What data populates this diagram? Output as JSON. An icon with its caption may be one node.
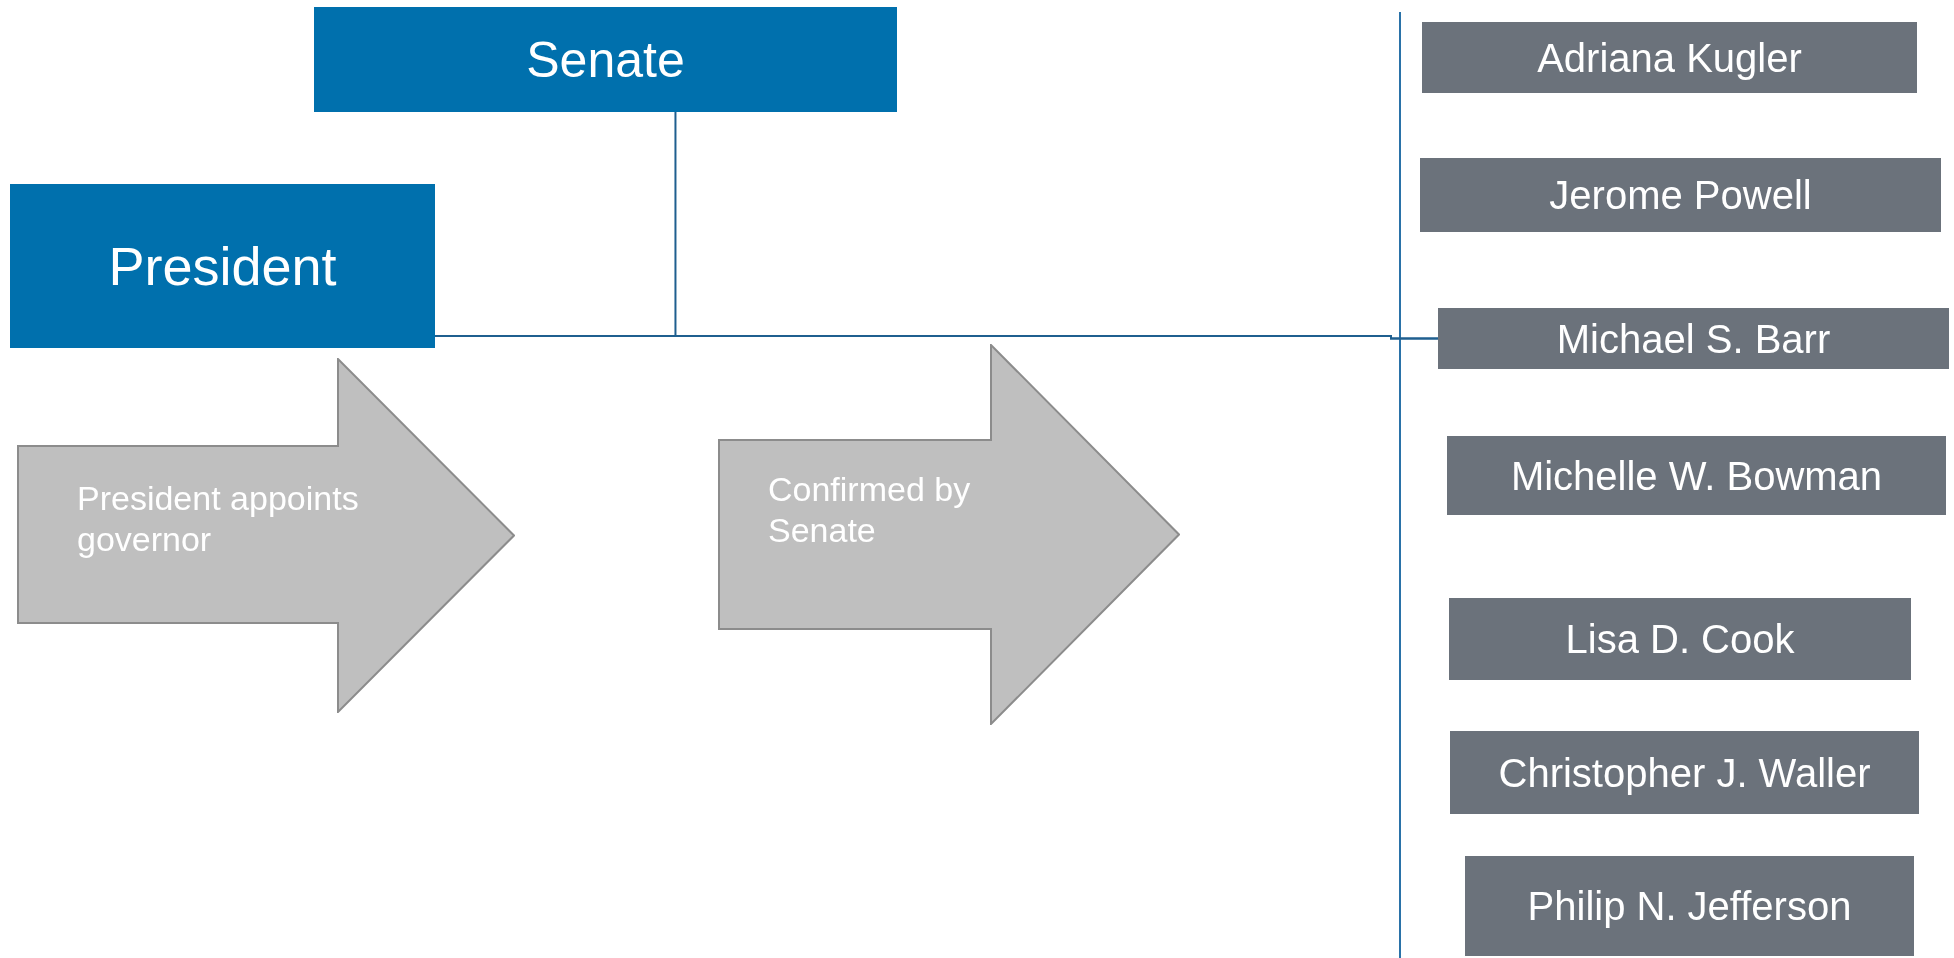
{
  "diagram": {
    "nodes": [
      {
        "text": [
          "Senate"
        ]
      },
      {
        "text": [
          "President"
        ]
      },
      {
        "text": [
          "President appoints governor"
        ]
      },
      {
        "text": [
          "Confirmed by Senate"
        ]
      },
      {
        "text": [
          "Adriana Kugler"
        ]
      },
      {
        "text": [
          "Jerome Powell"
        ]
      },
      {
        "text": [
          "Michael S. Barr"
        ]
      },
      {
        "text": [
          "Michelle W. Bowman"
        ]
      },
      {
        "text": [
          "Lisa D. Cook"
        ]
      },
      {
        "text": [
          "Christopher J. Waller"
        ]
      },
      {
        "text": [
          "Philip N. Jefferson"
        ]
      }
    ],
    "edges": [
      {
        "from": 1,
        "to": 6,
        "arrow": "none"
      },
      {
        "from": 0,
        "to": 6,
        "arrow": "none"
      }
    ]
  }
}
